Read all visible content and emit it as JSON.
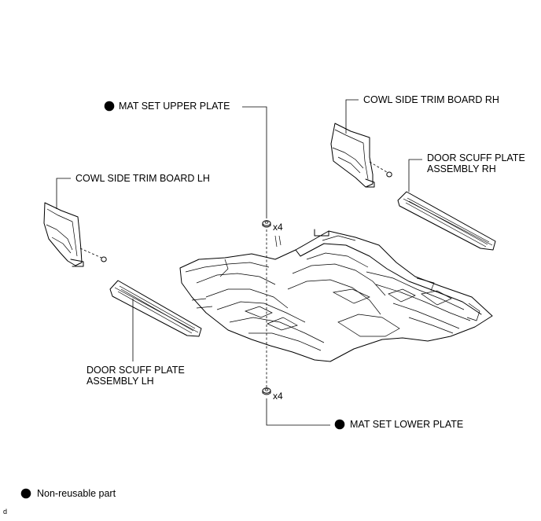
{
  "labels": {
    "mat_upper": "MAT SET UPPER PLATE",
    "cowl_rh": "COWL SIDE TRIM BOARD RH",
    "cowl_lh": "COWL SIDE TRIM BOARD LH",
    "scuff_rh_1": "DOOR SCUFF PLATE",
    "scuff_rh_2": "ASSEMBLY RH",
    "scuff_lh_1": "DOOR SCUFF PLATE",
    "scuff_lh_2": "ASSEMBLY LH",
    "count_upper": "x4",
    "count_lower": "x4",
    "mat_lower": "MAT SET LOWER PLATE"
  },
  "legend": {
    "symbol": "filled-circle",
    "text": "Non-reusable part"
  },
  "corner_mark": "d"
}
